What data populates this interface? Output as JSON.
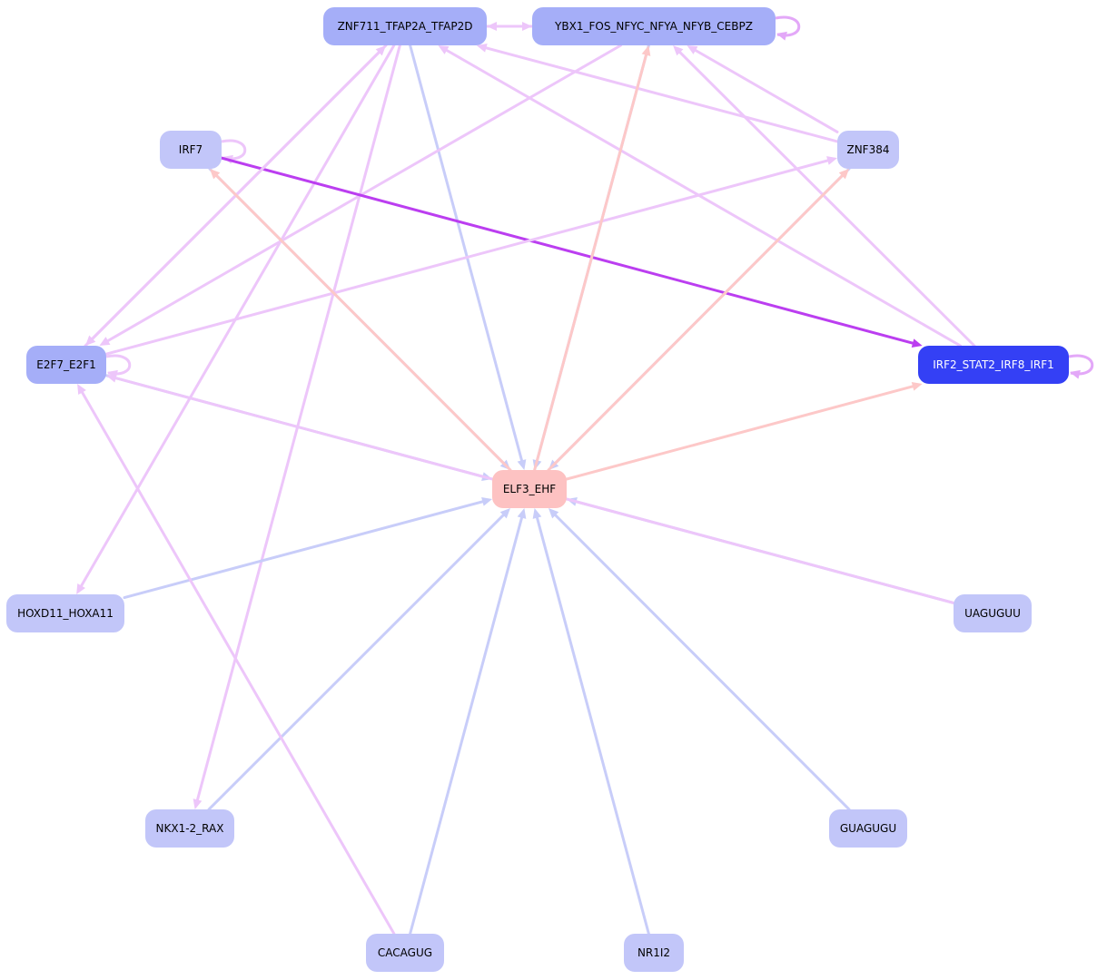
{
  "nodes": [
    {
      "id": "znf711",
      "label": "ZNF711_TFAP2A_TFAP2D",
      "fill": "#a5aef8",
      "text_color": "#000000"
    },
    {
      "id": "ybx1",
      "label": "YBX1_FOS_NFYC_NFYA_NFYB_CEBPZ",
      "fill": "#a5aef8",
      "text_color": "#000000"
    },
    {
      "id": "irf7",
      "label": "IRF7",
      "fill": "#c2c6f9",
      "text_color": "#000000"
    },
    {
      "id": "znf384",
      "label": "ZNF384",
      "fill": "#c2c6f9",
      "text_color": "#000000"
    },
    {
      "id": "e2f7",
      "label": "E2F7_E2F1",
      "fill": "#a5aef8",
      "text_color": "#000000"
    },
    {
      "id": "irf2",
      "label": "IRF2_STAT2_IRF8_IRF1",
      "fill": "#3440f5",
      "text_color": "#ffffff"
    },
    {
      "id": "elf3",
      "label": "ELF3_EHF",
      "fill": "#fdc2c2",
      "text_color": "#000000"
    },
    {
      "id": "hoxd11",
      "label": "HOXD11_HOXA11",
      "fill": "#c2c6f9",
      "text_color": "#000000"
    },
    {
      "id": "uaguguu",
      "label": "UAGUGUU",
      "fill": "#c2c6f9",
      "text_color": "#000000"
    },
    {
      "id": "nkx12",
      "label": "NKX1-2_RAX",
      "fill": "#c2c6f9",
      "text_color": "#000000"
    },
    {
      "id": "guagugu",
      "label": "GUAGUGU",
      "fill": "#c2c6f9",
      "text_color": "#000000"
    },
    {
      "id": "cacagug",
      "label": "CACAGUG",
      "fill": "#c2c6f9",
      "text_color": "#000000"
    },
    {
      "id": "nr1i2",
      "label": "NR1I2",
      "fill": "#c2c6f9",
      "text_color": "#000000"
    }
  ],
  "edges": [
    {
      "from": "znf711",
      "to": "ybx1",
      "color": "#edc6fa"
    },
    {
      "from": "znf711",
      "to": "e2f7",
      "color": "#edc6fa"
    },
    {
      "from": "znf711",
      "to": "hoxd11",
      "color": "#edc6fa"
    },
    {
      "from": "znf711",
      "to": "nkx12",
      "color": "#edc6fa"
    },
    {
      "from": "znf711",
      "to": "elf3",
      "color": "#c8cdf9"
    },
    {
      "from": "ybx1",
      "to": "znf711",
      "color": "#edc6fa"
    },
    {
      "from": "ybx1",
      "to": "ybx1",
      "color": "#e3a8f8"
    },
    {
      "from": "ybx1",
      "to": "e2f7",
      "color": "#edc6fa"
    },
    {
      "from": "ybx1",
      "to": "elf3",
      "color": "#c8cdf9"
    },
    {
      "from": "irf7",
      "to": "irf7",
      "color": "#edc6fa"
    },
    {
      "from": "irf7",
      "to": "irf2",
      "color": "#bb3ef0"
    },
    {
      "from": "irf7",
      "to": "elf3",
      "color": "#c8cdf9"
    },
    {
      "from": "znf384",
      "to": "znf711",
      "color": "#edc6fa"
    },
    {
      "from": "znf384",
      "to": "ybx1",
      "color": "#edc6fa"
    },
    {
      "from": "znf384",
      "to": "elf3",
      "color": "#c8cdf9"
    },
    {
      "from": "e2f7",
      "to": "e2f7",
      "color": "#edc6fa"
    },
    {
      "from": "e2f7",
      "to": "znf711",
      "color": "#edc6fa"
    },
    {
      "from": "e2f7",
      "to": "znf384",
      "color": "#edc6fa"
    },
    {
      "from": "e2f7",
      "to": "elf3",
      "color": "#c8cdf9"
    },
    {
      "from": "irf2",
      "to": "irf2",
      "color": "#e3a8f8"
    },
    {
      "from": "irf2",
      "to": "znf711",
      "color": "#edc6fa"
    },
    {
      "from": "irf2",
      "to": "ybx1",
      "color": "#edc6fa"
    },
    {
      "from": "elf3",
      "to": "irf7",
      "color": "#fdc8c8"
    },
    {
      "from": "elf3",
      "to": "ybx1",
      "color": "#fdc8c8"
    },
    {
      "from": "elf3",
      "to": "znf384",
      "color": "#fdc8c8"
    },
    {
      "from": "elf3",
      "to": "irf2",
      "color": "#fdc8c8"
    },
    {
      "from": "hoxd11",
      "to": "elf3",
      "color": "#c8cdf9"
    },
    {
      "from": "uaguguu",
      "to": "elf3",
      "color": "#c8cdf9"
    },
    {
      "from": "uaguguu",
      "to": "e2f7",
      "color": "#edc6fa"
    },
    {
      "from": "nkx12",
      "to": "elf3",
      "color": "#c8cdf9"
    },
    {
      "from": "guagugu",
      "to": "elf3",
      "color": "#c8cdf9"
    },
    {
      "from": "cacagug",
      "to": "elf3",
      "color": "#c8cdf9"
    },
    {
      "from": "cacagug",
      "to": "e2f7",
      "color": "#edc6fa"
    },
    {
      "from": "nr1i2",
      "to": "elf3",
      "color": "#c8cdf9"
    }
  ]
}
